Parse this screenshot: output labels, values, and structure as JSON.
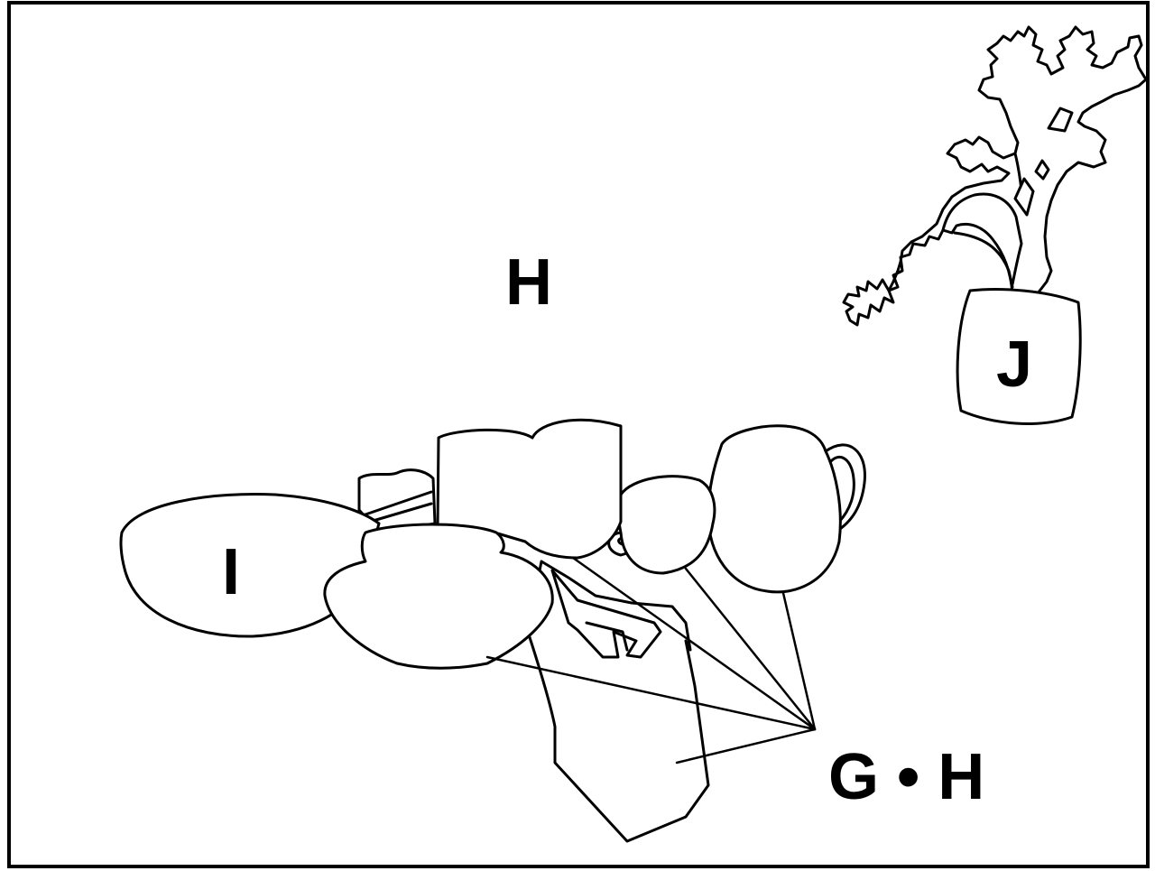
{
  "labels": {
    "background": "H",
    "plant_pot": "J",
    "bowl": "I",
    "objects_group": "G • H"
  },
  "colors": {
    "stroke": "#000000",
    "fill": "#ffffff"
  }
}
